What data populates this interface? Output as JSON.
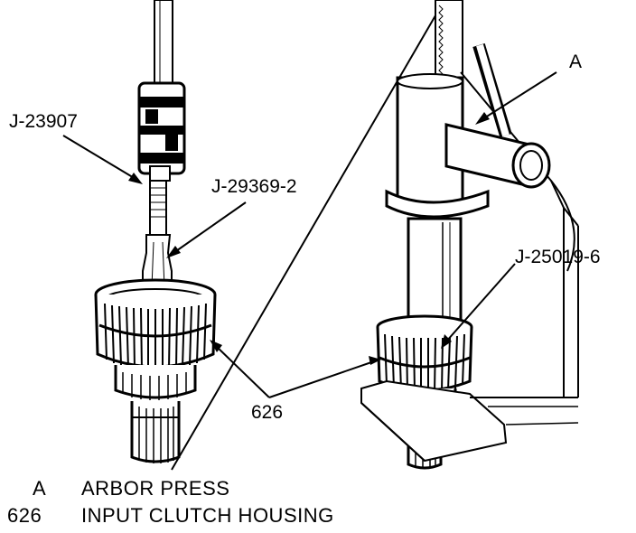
{
  "callouts": {
    "tool_j23907": "J-23907",
    "tool_j29369": "J-29369-2",
    "arbor_ref": "A",
    "tool_j25019": "J-25019-6",
    "housing_ref": "626"
  },
  "legend": [
    {
      "key": "A",
      "text": "ARBOR PRESS"
    },
    {
      "key": "626",
      "text": "INPUT CLUTCH HOUSING"
    }
  ]
}
